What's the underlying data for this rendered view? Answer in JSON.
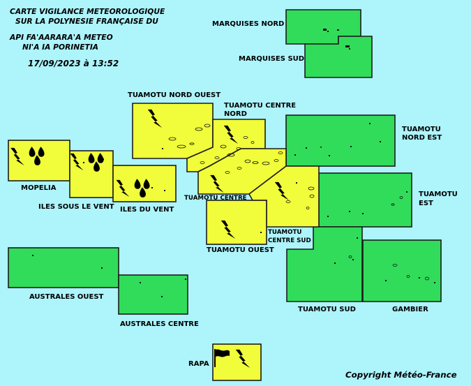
{
  "header": {
    "title_line1": "CARTE VIGILANCE METEOROLOGIQUE",
    "title_line2": "SUR LA POLYNESIE FRANÇAISE DU",
    "title_line3": "API FA'AARARA'A METEO",
    "title_line4": "NI'A IA PORINETIA",
    "datetime": "17/09/2023 à 13:52"
  },
  "colors": {
    "background": "#adf4fb",
    "yellow": "#f1fc3a",
    "green": "#31dc5b",
    "border": "#1b1b1b",
    "icon": "#000000"
  },
  "zones": {
    "marquises_nord": {
      "label_lines": [
        "MARQUISES NORD"
      ],
      "level": "green",
      "icons": []
    },
    "marquises_sud": {
      "label_lines": [
        "MARQUISES SUD"
      ],
      "level": "green",
      "icons": []
    },
    "tuamotu_nord_ouest": {
      "label_lines": [
        "TUAMOTU NORD OUEST"
      ],
      "level": "yellow",
      "icons": [
        "thunderstorm-icon"
      ]
    },
    "tuamotu_centre_nord": {
      "label_lines": [
        "TUAMOTU CENTRE",
        "NORD"
      ],
      "level": "yellow",
      "icons": [
        "thunderstorm-icon"
      ]
    },
    "tuamotu_nord_est": {
      "label_lines": [
        "TUAMOTU",
        "NORD EST"
      ],
      "level": "green",
      "icons": []
    },
    "mopelia": {
      "label_lines": [
        "MOPELIA"
      ],
      "level": "yellow",
      "icons": [
        "thunderstorm-icon",
        "heavy-rain-icon"
      ]
    },
    "iles_sous_le_vent": {
      "label_lines": [
        "ILES SOUS LE VENT"
      ],
      "level": "yellow",
      "icons": [
        "thunderstorm-icon",
        "heavy-rain-icon"
      ]
    },
    "iles_du_vent": {
      "label_lines": [
        "ILES DU VENT"
      ],
      "level": "yellow",
      "icons": [
        "thunderstorm-icon",
        "heavy-rain-icon"
      ]
    },
    "tuamotu_centre": {
      "label_lines": [
        "TUAMOTU CENTRE"
      ],
      "level": "yellow",
      "icons": [
        "thunderstorm-icon"
      ]
    },
    "tuamotu_est": {
      "label_lines": [
        "TUAMOTU",
        "EST"
      ],
      "level": "green",
      "icons": []
    },
    "tuamotu_centre_sud": {
      "label_lines": [
        "TUAMOTU",
        "CENTRE SUD"
      ],
      "level": "yellow",
      "icons": [
        "thunderstorm-icon"
      ]
    },
    "tuamotu_ouest": {
      "label_lines": [
        "TUAMOTU OUEST"
      ],
      "level": "yellow",
      "icons": [
        "thunderstorm-icon"
      ]
    },
    "australes_ouest": {
      "label_lines": [
        "AUSTRALES OUEST"
      ],
      "level": "green",
      "icons": []
    },
    "australes_centre": {
      "label_lines": [
        "AUSTRALES CENTRE"
      ],
      "level": "green",
      "icons": []
    },
    "tuamotu_sud": {
      "label_lines": [
        "TUAMOTU SUD"
      ],
      "level": "green",
      "icons": []
    },
    "gambier": {
      "label_lines": [
        "GAMBIER"
      ],
      "level": "green",
      "icons": []
    },
    "rapa": {
      "label_lines": [
        "RAPA"
      ],
      "level": "yellow",
      "icons": [
        "strong-wind-icon",
        "thunderstorm-icon"
      ]
    }
  },
  "copyright": "Copyright Météo-France"
}
